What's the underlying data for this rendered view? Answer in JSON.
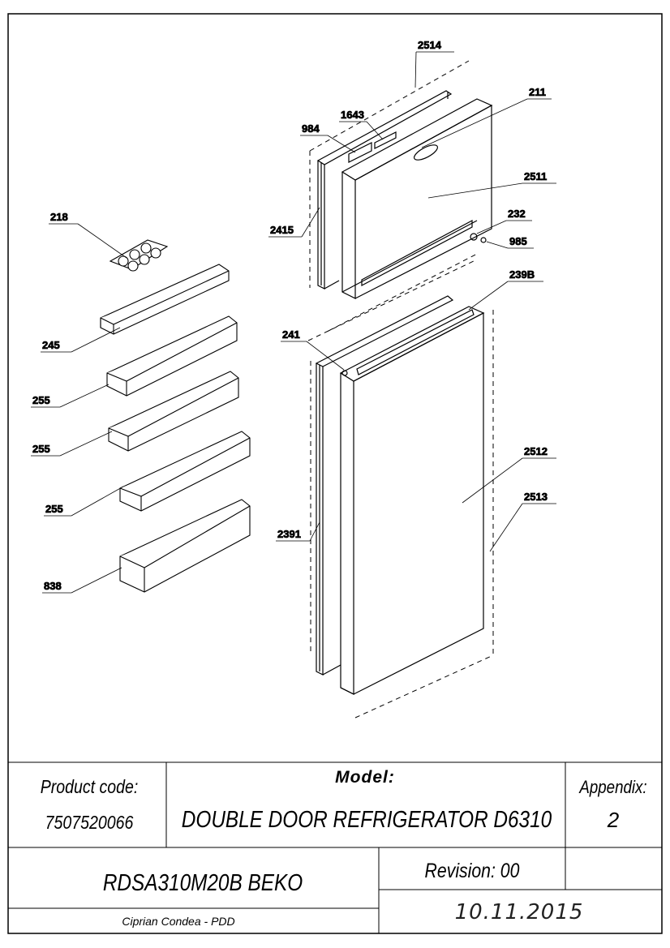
{
  "callouts": {
    "c2514": "2514",
    "c211": "211",
    "c1643": "1643",
    "c984": "984",
    "c2511": "2511",
    "c218": "218",
    "c232": "232",
    "c2415": "2415",
    "c985": "985",
    "c239B": "239B",
    "c245": "245",
    "c241": "241",
    "c255a": "255",
    "c255b": "255",
    "c2512": "2512",
    "c255c": "255",
    "c2513": "2513",
    "c2391": "2391",
    "c838": "838"
  },
  "title_block": {
    "product_code_label": "Product code:",
    "product_code": "7507520066",
    "model_label": "Model:",
    "model_name": "DOUBLE DOOR REFRIGERATOR D6310",
    "appendix_label": "Appendix:",
    "appendix_value": "2",
    "model_code": "RDSA310M20B BEKO",
    "revision": "Revision: 00",
    "author": "Ciprian Condea - PDD",
    "date": "10.11.2015"
  }
}
